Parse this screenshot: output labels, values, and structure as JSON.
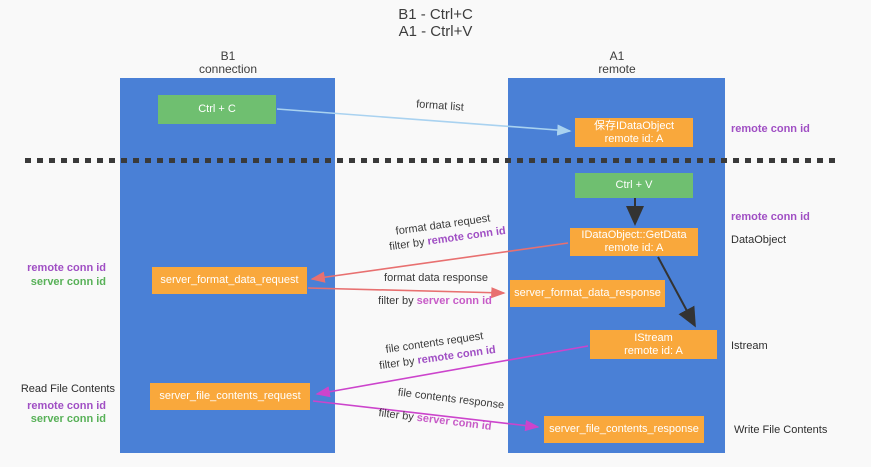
{
  "title": {
    "line1": "B1 - Ctrl+C",
    "line2": "A1 - Ctrl+V"
  },
  "columns": {
    "left": {
      "name": "B1",
      "role": "connection"
    },
    "right": {
      "name": "A1",
      "role": "remote"
    }
  },
  "nodes": {
    "ctrl_c": "Ctrl + C",
    "ctrl_v": "Ctrl + V",
    "save_dataobject": {
      "line1": "保存IDataObject",
      "line2": "remote id: A"
    },
    "getdata": {
      "line1": "IDataObject::GetData",
      "line2": "remote id: A"
    },
    "istream": {
      "line1": "IStream",
      "line2": "remote id: A"
    },
    "server_format_data_request": "server_format_data_request",
    "server_format_data_response": "server_format_data_response",
    "server_file_contents_request": "server_file_contents_request",
    "server_file_contents_response": "server_file_contents_response"
  },
  "labels": {
    "format_list": "format list",
    "format_data_request": "format data request",
    "format_data_response": "format data response",
    "file_contents_request": "file contents request",
    "file_contents_response": "file contents response",
    "filter_by": "filter by ",
    "remote_conn_id": "remote conn id",
    "server_conn_id": "server conn id",
    "dataobject": "DataObject",
    "istream": "Istream",
    "read_file_contents": "Read File Contents",
    "write_file_contents": "Write File Contents"
  },
  "colors": {
    "bg": "#f9f9f9",
    "column_blue": "#4a80d6",
    "node_green": "#6fbf70",
    "node_orange": "#f9a83c",
    "text_purple": "#a04fc4",
    "text_green": "#58b158",
    "text_magenta": "#c75bc7",
    "arrow_lightblue": "#a9d2f0",
    "arrow_red": "#e87070",
    "arrow_magenta": "#cc44cc",
    "arrow_black": "#333333",
    "dash_color": "#3a3a3a"
  }
}
